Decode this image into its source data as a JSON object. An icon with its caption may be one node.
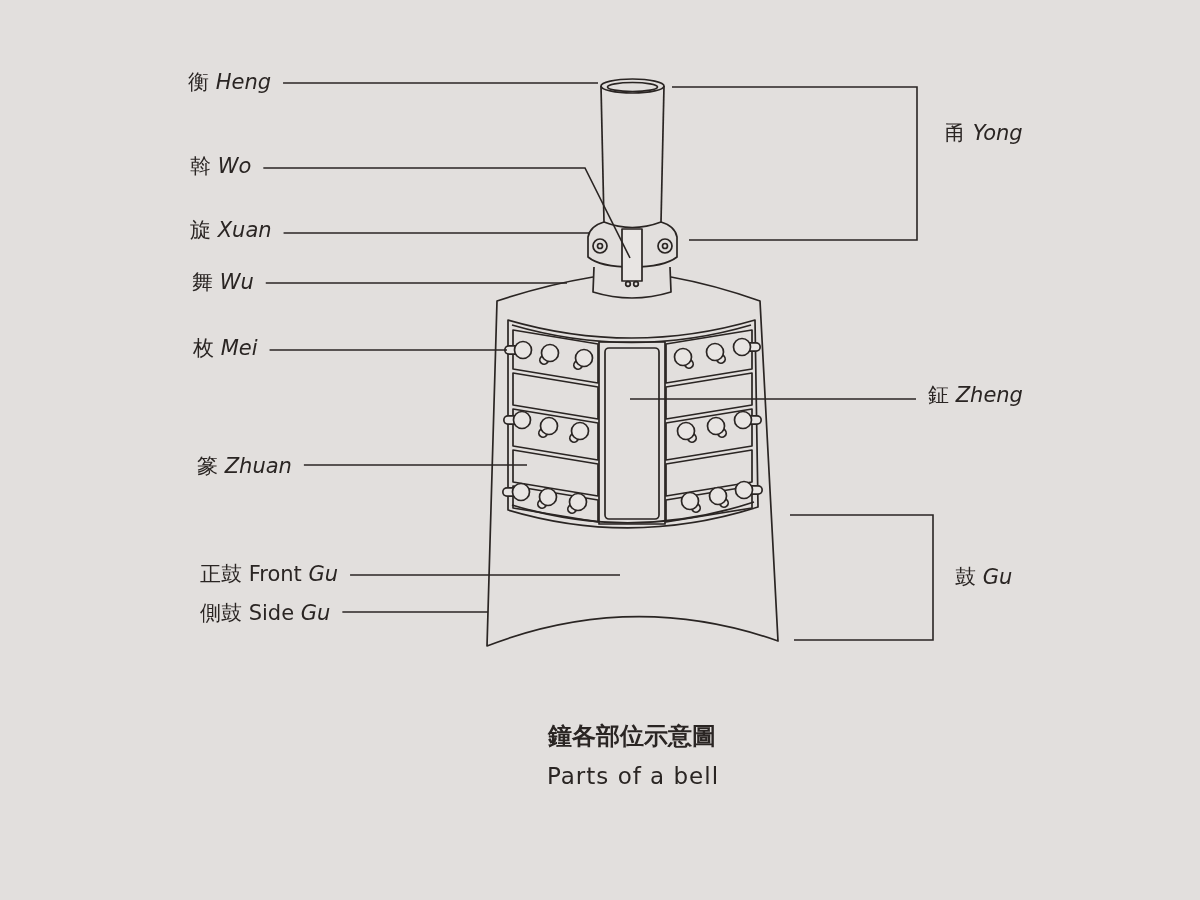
{
  "diagram": {
    "title": "鐘各部位示意圖",
    "caption": "Parts of a bell",
    "nodes": [
      {
        "text": [
          "衡 *Heng*"
        ]
      },
      {
        "text": [
          "斡 *Wo*"
        ]
      },
      {
        "text": [
          "旋 *Xuan*"
        ]
      },
      {
        "text": [
          "舞 *Wu*"
        ]
      },
      {
        "text": [
          "枚 *Mei*"
        ]
      },
      {
        "text": [
          "鉦 *Zheng*"
        ]
      },
      {
        "text": [
          "篆 *Zhuan*"
        ]
      },
      {
        "text": [
          "正鼓 Front *Gu*"
        ]
      },
      {
        "text": [
          "側鼓 Side *Gu*"
        ]
      }
    ],
    "edges": [
      {
        "from": 0,
        "to": null,
        "arrow": "none"
      },
      {
        "from": 1,
        "to": null,
        "arrow": "none"
      },
      {
        "from": 2,
        "to": null,
        "arrow": "none"
      },
      {
        "from": 3,
        "to": null,
        "arrow": "none"
      },
      {
        "from": 4,
        "to": null,
        "arrow": "none"
      },
      {
        "from": 5,
        "to": null,
        "arrow": "none"
      },
      {
        "from": 6,
        "to": null,
        "arrow": "none"
      },
      {
        "from": 7,
        "to": null,
        "arrow": "none"
      },
      {
        "from": 8,
        "to": null,
        "arrow": "none"
      }
    ],
    "labels": [
      "甬 *Yong*",
      "鼓 *Gu*"
    ]
  }
}
